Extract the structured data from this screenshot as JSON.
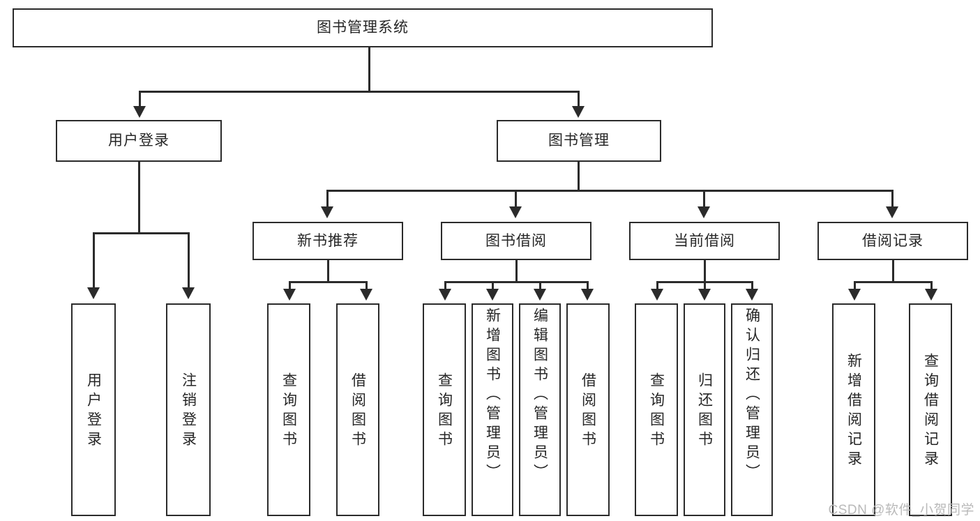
{
  "diagram": {
    "type": "tree-hierarchy",
    "title": "图书管理系统",
    "watermark": "CSDN @软件_小贺同学",
    "colors": {
      "stroke": "#2b2b2b",
      "fill": "#ffffff",
      "text": "#262626",
      "watermark": "#b9b9b9"
    },
    "nodes": {
      "root": "图书管理系统",
      "level2": [
        "用户登录",
        "图书管理"
      ],
      "level3": [
        "新书推荐",
        "图书借阅",
        "当前借阅",
        "借阅记录"
      ],
      "leaves": {
        "user_login": [
          "用户登录",
          "注销登录"
        ],
        "new_book_rec": [
          "查询图书",
          "借阅图书"
        ],
        "book_borrow": [
          "查询图书",
          "新增图书（管理员）",
          "编辑图书（管理员）",
          "借阅图书"
        ],
        "current_borrow": [
          "查询图书",
          "归还图书",
          "确认归还（管理员）"
        ],
        "borrow_record": [
          "新增借阅记录",
          "查询借阅记录"
        ]
      }
    }
  }
}
